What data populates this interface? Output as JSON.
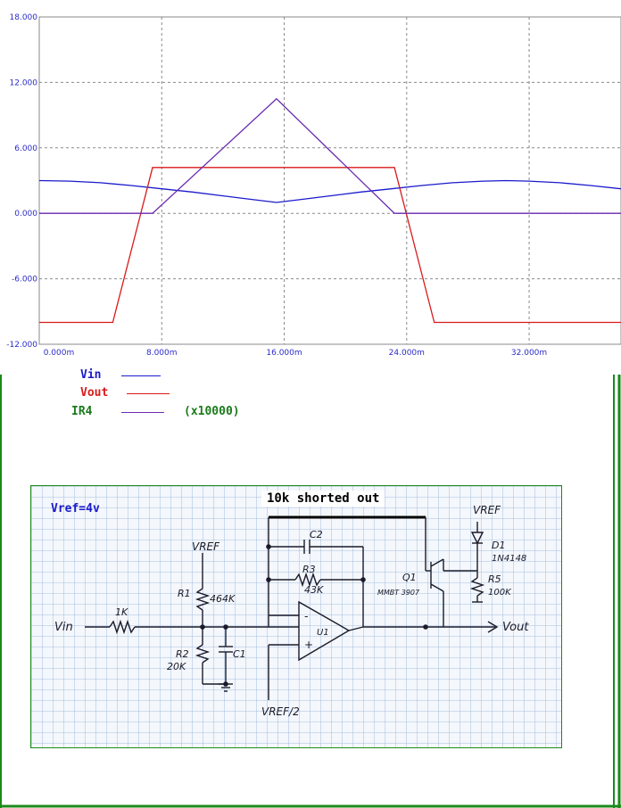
{
  "colors": {
    "frame": "#1a8a1a",
    "grid": "#8a8a8a",
    "axis_labels": "#2b2bc8",
    "vin": "#1a1acc",
    "vout": "#d81a1a",
    "ir4": "#6a2ab0",
    "legend_green": "#1a7a1a"
  },
  "chart_data": {
    "type": "line",
    "title": "",
    "xlabel": "",
    "ylabel": "",
    "xlim": [
      0,
      38
    ],
    "ylim": [
      -12,
      18
    ],
    "x_ticks": [
      "0.000m",
      "8.000m",
      "16.000m",
      "24.000m",
      "32.000m"
    ],
    "y_ticks": [
      "18.000",
      "12.000",
      "6.000",
      "0.000",
      "-6.000",
      "-12.000"
    ],
    "x_tick_values": [
      0,
      8,
      16,
      24,
      32
    ],
    "y_tick_values": [
      18,
      12,
      6,
      0,
      -6,
      -12
    ],
    "grid": true,
    "series": [
      {
        "name": "Vin",
        "x": [
          0,
          2,
          4,
          6,
          8,
          10,
          12,
          14,
          15.5,
          17,
          19,
          21,
          23,
          25,
          27,
          29,
          30.5,
          32,
          34,
          36,
          38
        ],
        "y": [
          3.0,
          2.95,
          2.8,
          2.55,
          2.25,
          1.95,
          1.6,
          1.25,
          1.0,
          1.25,
          1.6,
          1.95,
          2.25,
          2.55,
          2.8,
          2.95,
          3.0,
          2.95,
          2.8,
          2.55,
          2.25
        ]
      },
      {
        "name": "Vout",
        "x": [
          0,
          4.8,
          7.4,
          23.2,
          25.8,
          38
        ],
        "y": [
          -10,
          -10,
          4.2,
          4.2,
          -10,
          -10
        ]
      },
      {
        "name": "IR4",
        "x": [
          0,
          7.4,
          15.5,
          23.2,
          38
        ],
        "y": [
          0,
          0,
          10.5,
          0,
          0
        ]
      }
    ],
    "legend": {
      "placement": "bottom-left",
      "entries": [
        "Vin",
        "Vout",
        "IR4"
      ],
      "ir4_note": "(x10000)"
    }
  },
  "schematic": {
    "vref_note": "Vref=4v",
    "shorted_note": "10k shorted out",
    "labels": {
      "vref_top": "VREF",
      "vref_mid": "VREF",
      "vref_half": "VREF/2",
      "vin": "Vin",
      "vout": "Vout",
      "r_in": "1K",
      "r1": "R1",
      "r1_val": "464K",
      "r2": "R2",
      "r2_val": "20K",
      "c1": "C1",
      "c2": "C2",
      "r3": "R3",
      "r3_val": "43K",
      "u1": "U1",
      "q1": "Q1",
      "q1_part": "MMBT 3907",
      "d1": "D1",
      "d1_part": "1N4148",
      "r5": "R5",
      "r5_val": "100K",
      "minus": "-",
      "plus": "+"
    }
  }
}
